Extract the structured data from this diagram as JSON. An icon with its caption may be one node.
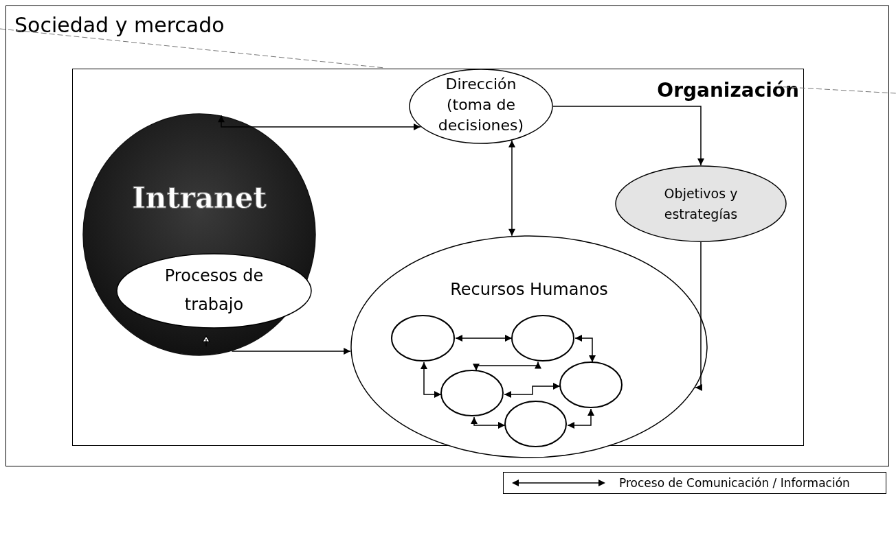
{
  "diagram": {
    "nodes": [
      {
        "text": [
          "Sociedad y mercado"
        ]
      },
      {
        "text": [
          "Organización"
        ],
        "in": 0
      },
      {
        "text": [
          "Dirección (toma de decisiones)"
        ],
        "in": 1
      },
      {
        "text": [
          "Intranet"
        ],
        "in": 1
      },
      {
        "text": [
          "Procesos de trabajo"
        ],
        "in": 3
      },
      {
        "text": [
          "Objetivos y estrategías"
        ],
        "in": 1
      },
      {
        "text": [
          "Recursos Humanos"
        ],
        "in": 1
      },
      {
        "text": [],
        "shape": "circle",
        "in": 6
      },
      {
        "text": [],
        "shape": "circle",
        "in": 6
      },
      {
        "text": [],
        "shape": "circle",
        "in": 6
      },
      {
        "text": [],
        "shape": "circle",
        "in": 6
      },
      {
        "text": [],
        "shape": "circle",
        "in": 6
      }
    ],
    "edges": [
      {
        "from": 3,
        "to": 2,
        "arrow": "both"
      },
      {
        "from": 2,
        "to": 5,
        "arrow": "to"
      },
      {
        "from": 2,
        "to": 6,
        "arrow": "both"
      },
      {
        "from": 5,
        "to": 6,
        "arrow": "to"
      },
      {
        "from": 3,
        "to": 6,
        "arrow": "to"
      },
      {
        "from": 7,
        "to": 8,
        "arrow": "both"
      },
      {
        "from": 8,
        "to": 10,
        "arrow": "both"
      },
      {
        "from": 7,
        "to": 9,
        "arrow": "both"
      },
      {
        "from": 9,
        "to": 8,
        "arrow": "both"
      },
      {
        "from": 9,
        "to": 10,
        "arrow": "both"
      },
      {
        "from": 9,
        "to": 11,
        "arrow": "both"
      },
      {
        "from": 11,
        "to": 10,
        "arrow": "both"
      }
    ],
    "legend": [
      {
        "text": "Proceso de Comunicación / Información"
      }
    ]
  }
}
